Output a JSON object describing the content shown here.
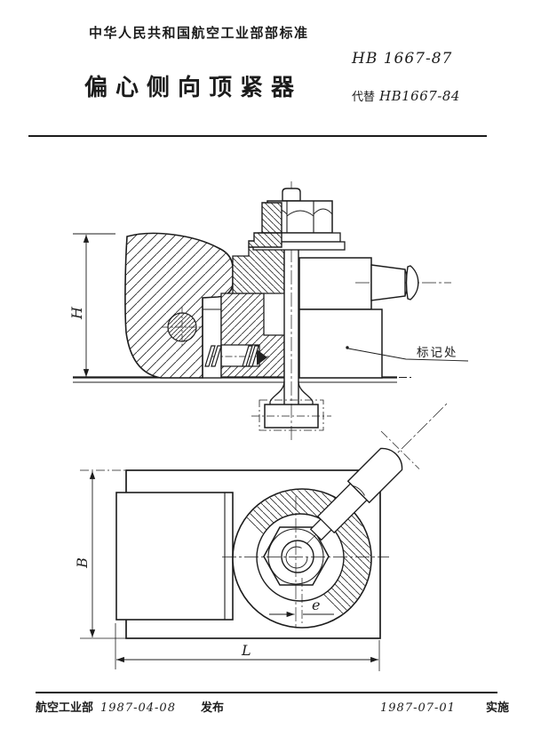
{
  "header": {
    "ministry_line": "中华人民共和国航空工业部部标准",
    "standard_no": "HB 1667-87",
    "title": "偏心侧向顶紧器",
    "replaces_label": "代替",
    "replaces_no": "HB1667-84"
  },
  "drawing": {
    "labels": {
      "height": "H",
      "width": "B",
      "length": "L",
      "eccentricity": "e",
      "marking_note": "标记处"
    }
  },
  "footer": {
    "org": "航空工业部",
    "issue_date": "1987-04-08",
    "issue_label": "发布",
    "effective_date": "1987-07-01",
    "effective_label": "实施"
  }
}
